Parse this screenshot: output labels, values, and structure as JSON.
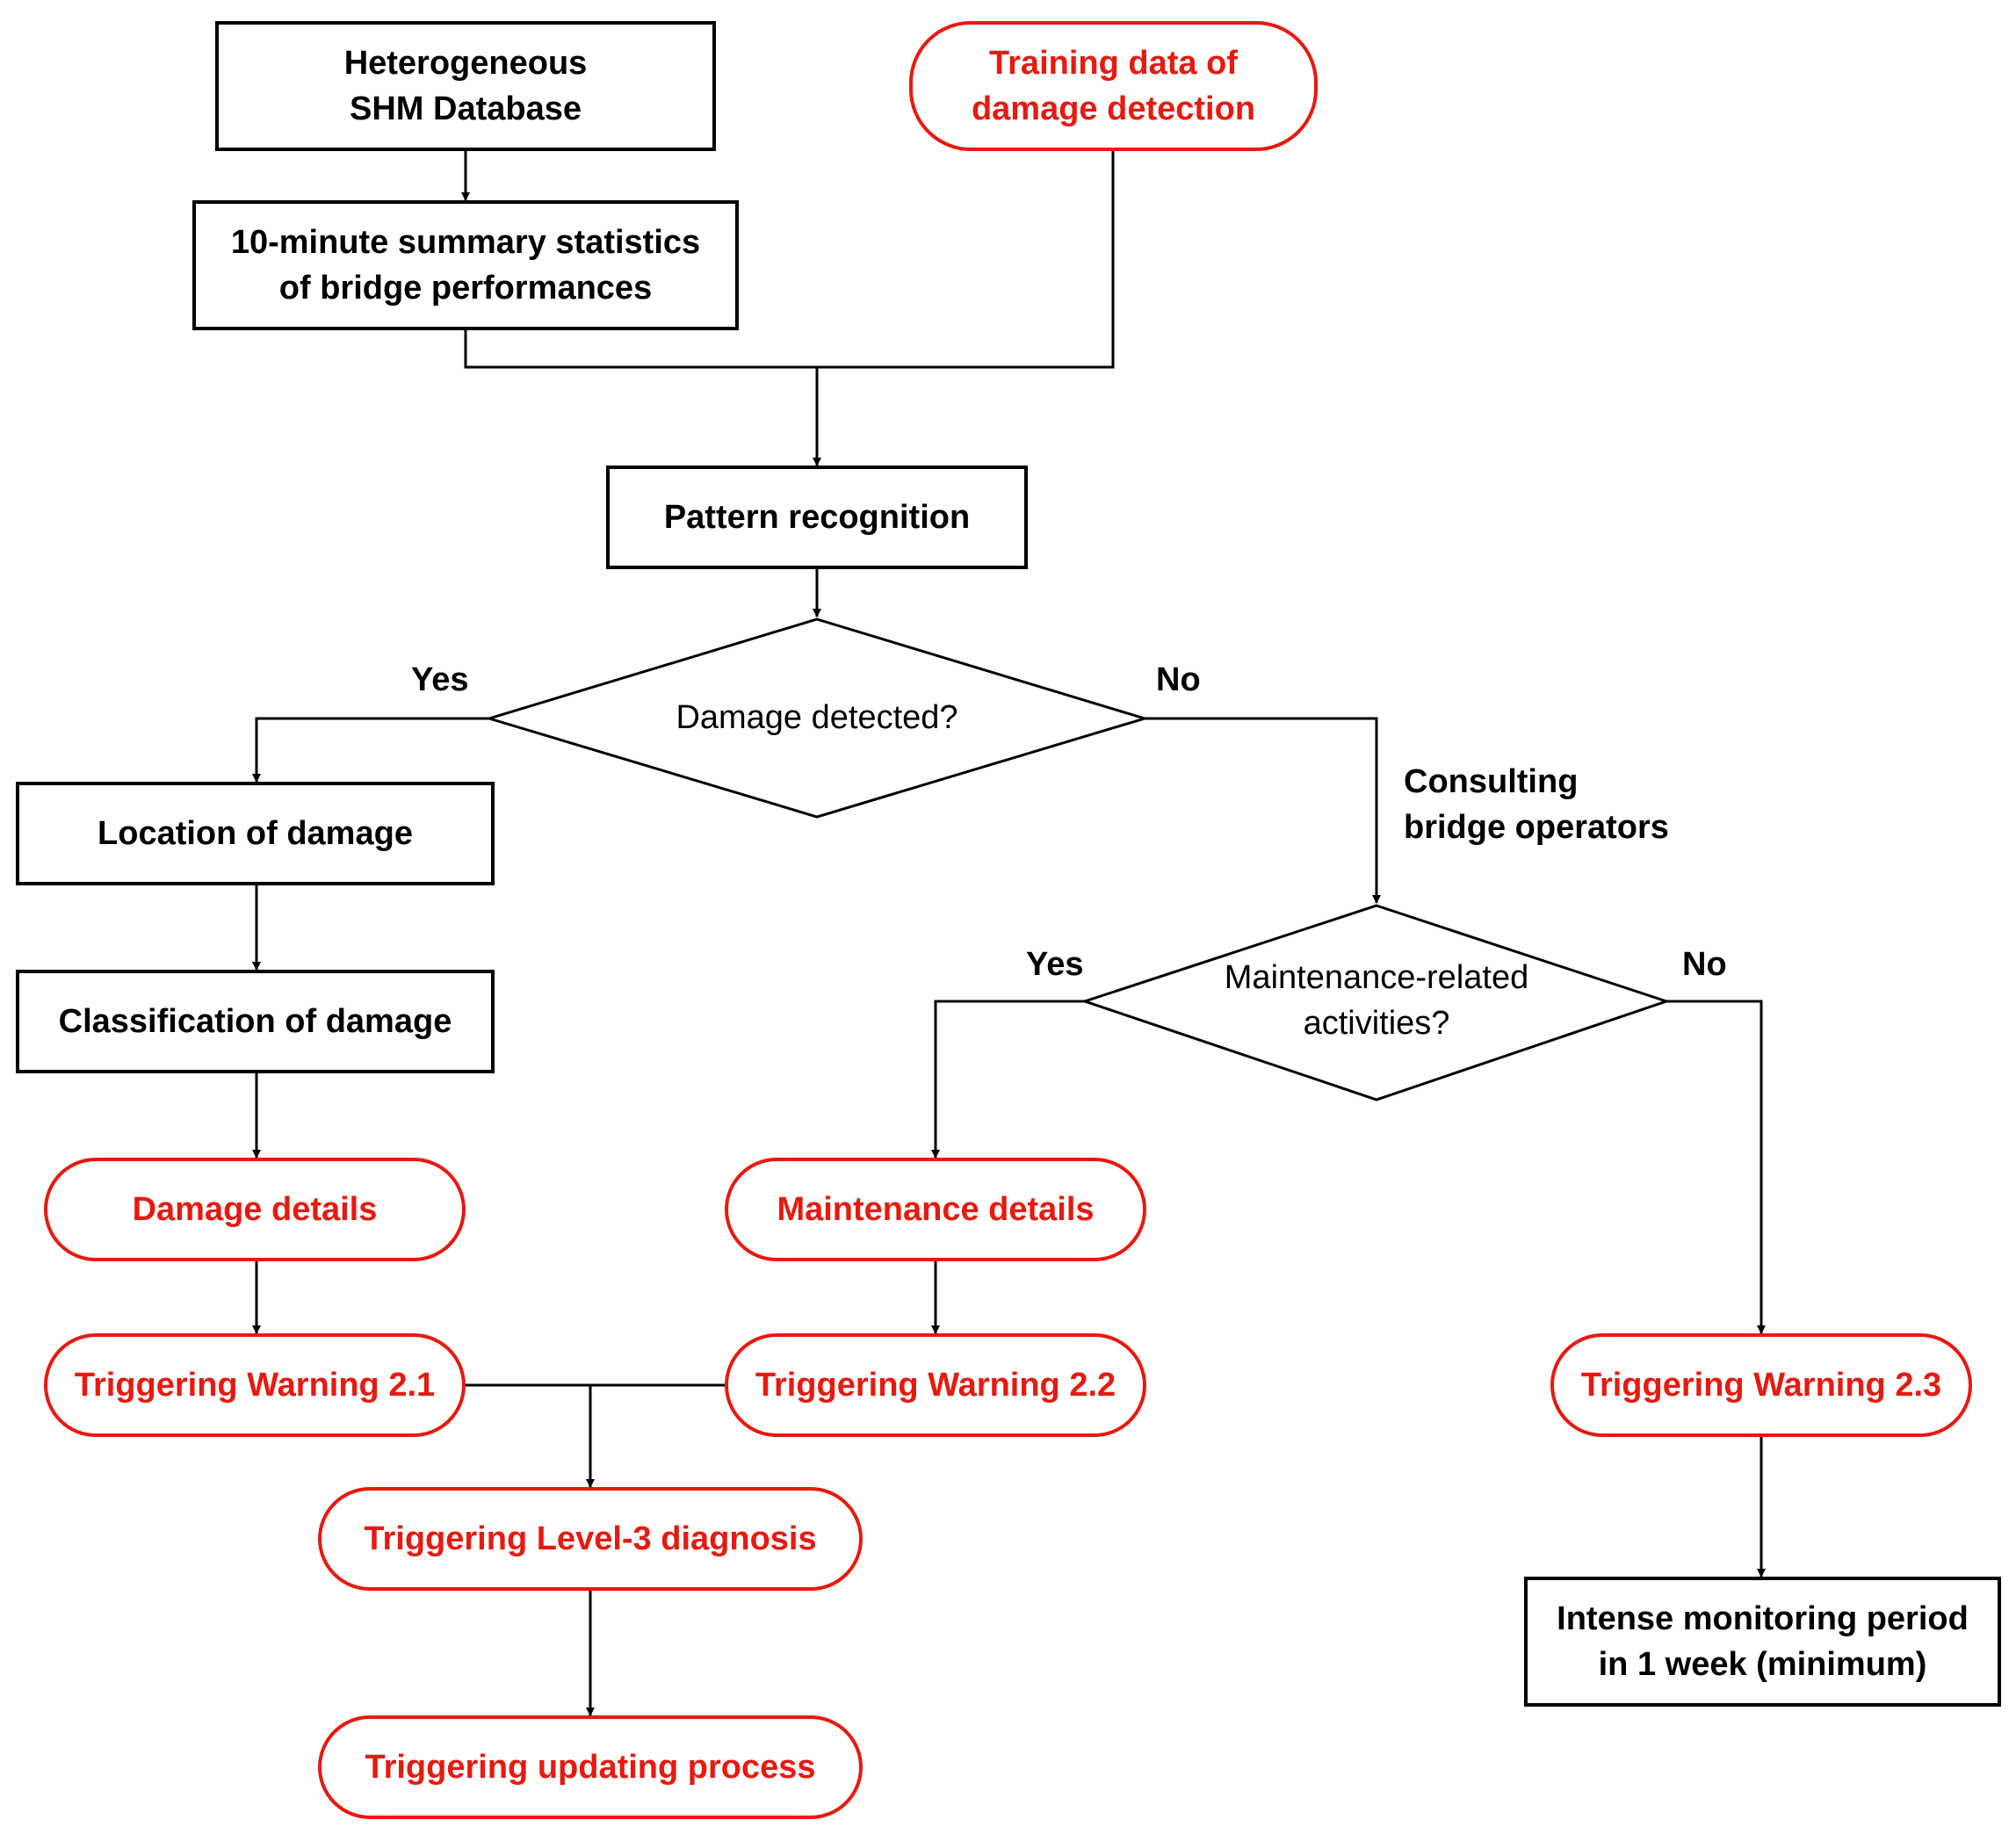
{
  "nodes": {
    "shm_database": "Heterogeneous\nSHM Database",
    "summary_stats": "10-minute summary statistics\nof bridge performances",
    "training_data": "Training data of\ndamage detection",
    "pattern_recognition": "Pattern recognition",
    "damage_detected": "Damage detected?",
    "location_of_damage": "Location of damage",
    "classification_of_damage": "Classification of damage",
    "damage_details": "Damage details",
    "warning_2_1": "Triggering Warning 2.1",
    "maintenance_activities": "Maintenance-related\nactivities?",
    "maintenance_details": "Maintenance details",
    "warning_2_2": "Triggering Warning 2.2",
    "warning_2_3": "Triggering Warning 2.3",
    "level3_diagnosis": "Triggering Level-3 diagnosis",
    "updating_process": "Triggering updating process",
    "intense_monitoring": "Intense monitoring period\nin 1 week (minimum)"
  },
  "edge_labels": {
    "damage_yes": "Yes",
    "damage_no": "No",
    "consulting": "Consulting\nbridge operators",
    "maintenance_yes": "Yes",
    "maintenance_no": "No"
  },
  "colors": {
    "highlight": "#e8190f",
    "line": "#000000"
  }
}
